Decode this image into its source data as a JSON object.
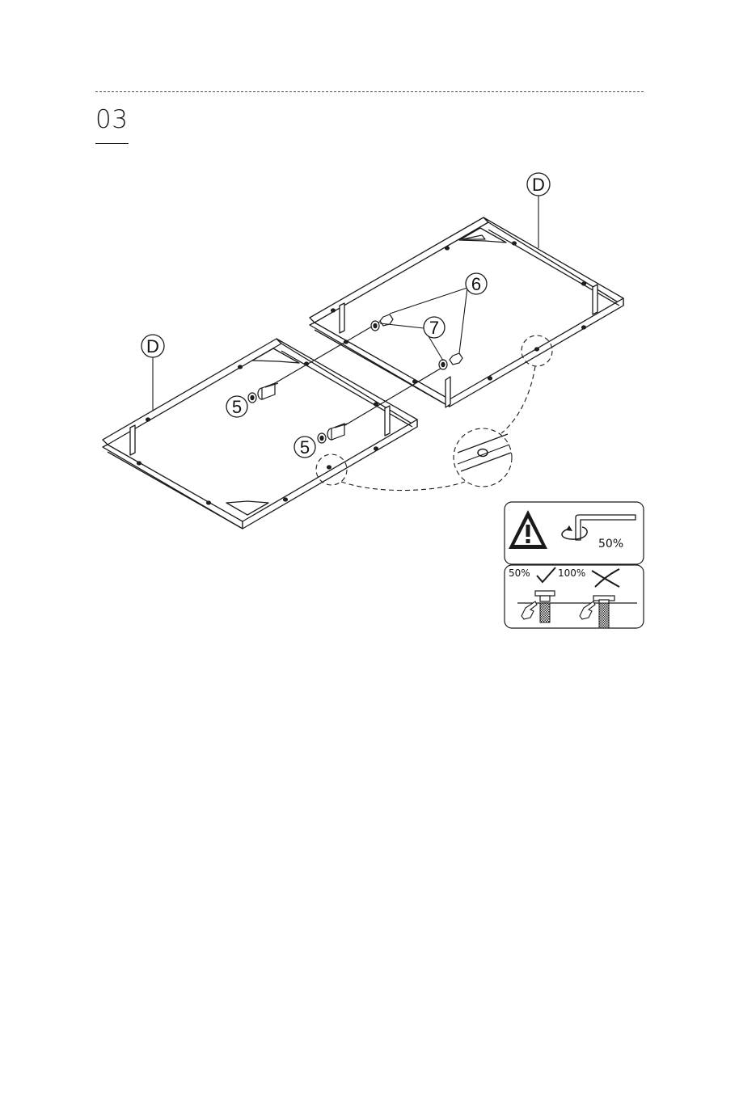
{
  "step": {
    "number": "03"
  },
  "callouts": {
    "frame_right": "D",
    "frame_left": "D",
    "part_nut": "6",
    "part_washer": "7",
    "bolt_upper": "5",
    "bolt_lower": "5"
  },
  "caution_panel": {
    "wrench_percent": "50%",
    "correct_percent": "50%",
    "wrong_percent": "100%"
  }
}
